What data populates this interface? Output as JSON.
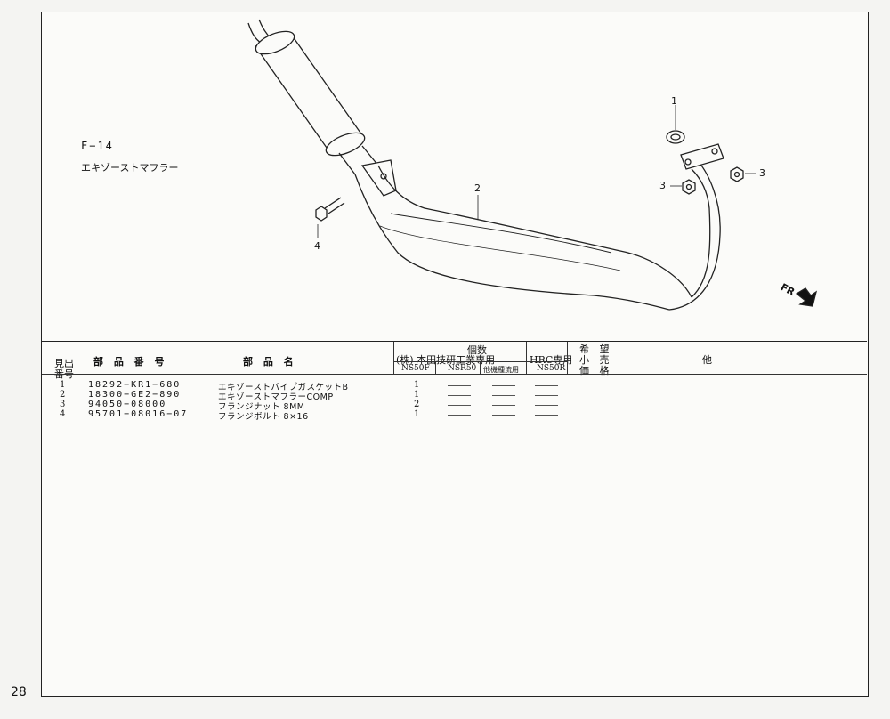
{
  "page_number": "28",
  "figure": {
    "code": "F−14",
    "title": "エキゾーストマフラー"
  },
  "callouts": [
    {
      "label": "1"
    },
    {
      "label": "2"
    },
    {
      "label": "3"
    },
    {
      "label": "3"
    },
    {
      "label": "4"
    }
  ],
  "direction_label": "FR",
  "table": {
    "headers": {
      "ref_no_line1": "見出",
      "ref_no_line2": "番号",
      "part_number": "部 品 番 号",
      "part_name": "部 品 名",
      "qty": "個数",
      "honda_only": "(株) 本田技研工業専用",
      "hrc_only": "HRC専用",
      "ns50f": "NS50F",
      "nsr50": "NSR50",
      "other_models": "他機種流用",
      "ns50r": "NS50R",
      "price_line1": "希 望",
      "price_line2": "小 売",
      "price_line3": "価 格",
      "other": "他"
    },
    "rows": [
      {
        "num": "1",
        "part_number": "18292−KR1−680",
        "name": "エキゾーストパイプガスケットB",
        "qty": "1"
      },
      {
        "num": "2",
        "part_number": "18300−GE2−890",
        "name": "エキゾーストマフラーCOMP",
        "qty": "1"
      },
      {
        "num": "3",
        "part_number": "94050−08000",
        "name": "フランジナット 8MM",
        "qty": "2"
      },
      {
        "num": "4",
        "part_number": "95701−08016−07",
        "name": "フランジボルト 8×16",
        "qty": "1"
      }
    ]
  }
}
